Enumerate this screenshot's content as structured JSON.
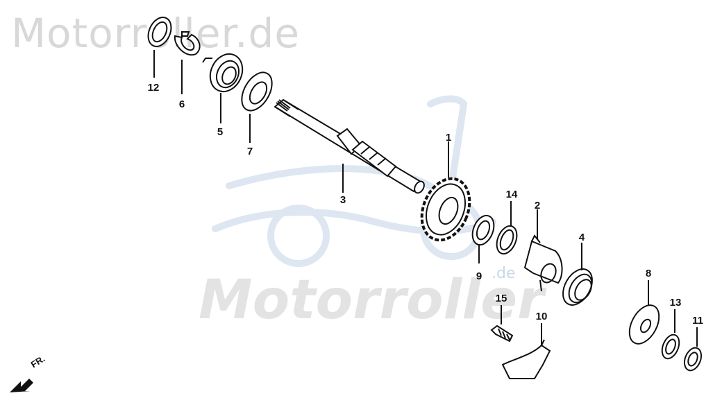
{
  "watermarks": {
    "top": "Motorroller.de",
    "center": "Motorroller",
    "small": ".de"
  },
  "direction_label": "FR.",
  "callouts": [
    {
      "id": "1",
      "text": "1"
    },
    {
      "id": "2",
      "text": "2"
    },
    {
      "id": "3",
      "text": "3"
    },
    {
      "id": "4",
      "text": "4"
    },
    {
      "id": "5",
      "text": "5"
    },
    {
      "id": "6",
      "text": "6"
    },
    {
      "id": "7",
      "text": "7"
    },
    {
      "id": "8",
      "text": "8"
    },
    {
      "id": "9",
      "text": "9"
    },
    {
      "id": "10",
      "text": "10"
    },
    {
      "id": "11",
      "text": "11"
    },
    {
      "id": "12",
      "text": "12"
    },
    {
      "id": "13",
      "text": "13"
    },
    {
      "id": "14",
      "text": "14"
    },
    {
      "id": "15",
      "text": "15"
    }
  ]
}
